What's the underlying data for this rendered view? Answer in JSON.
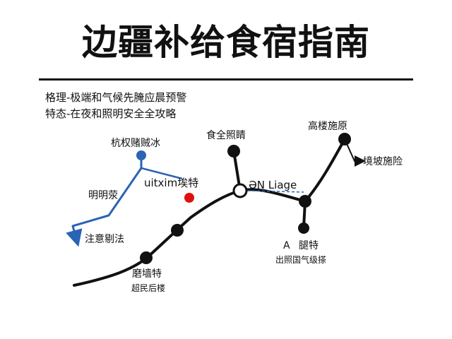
{
  "title": "边疆补给食宿指南",
  "intro": {
    "line1": "格理-极端和气候先腌应晨预警",
    "line2": "特态-在夜和照明安全全攻略"
  },
  "labels": {
    "top_left_node": "杭权赌贼冰",
    "left_mid": "明明荥",
    "left_arrow_end": "注意剔法",
    "center_text": "uitxim埃特",
    "top_center": "食全照睛",
    "junction": "ƏN Liage",
    "top_right": "高楼施原",
    "right_arrow_end": "境坡施险",
    "right_lower_marker": "A",
    "right_lower_title": "腿特",
    "right_lower_sub": "出照国气级搽",
    "bottom_left_title": "磨墙特",
    "bottom_left_sub": "超民后楼"
  },
  "colors": {
    "ink": "#111111",
    "blue": "#2b63b5",
    "red": "#e01010"
  }
}
